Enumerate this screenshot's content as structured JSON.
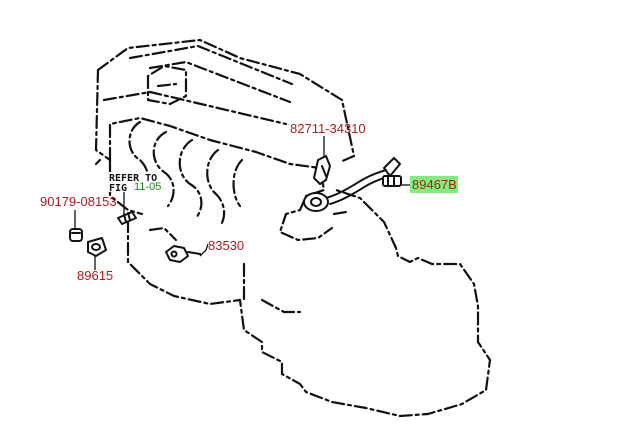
{
  "callouts": {
    "p82711": "82711-34310",
    "p89467b": "89467B",
    "p90179": "90179-08153",
    "p83530": "83530",
    "p89615": "89615"
  },
  "reference": {
    "heading_line1": "REFER TO",
    "heading_line2": "FIG",
    "fig_number": "11-05"
  },
  "colors": {
    "callout_text": "#b01c1c",
    "highlight": "#7ef07e",
    "reference_link": "#1f8a1f"
  }
}
